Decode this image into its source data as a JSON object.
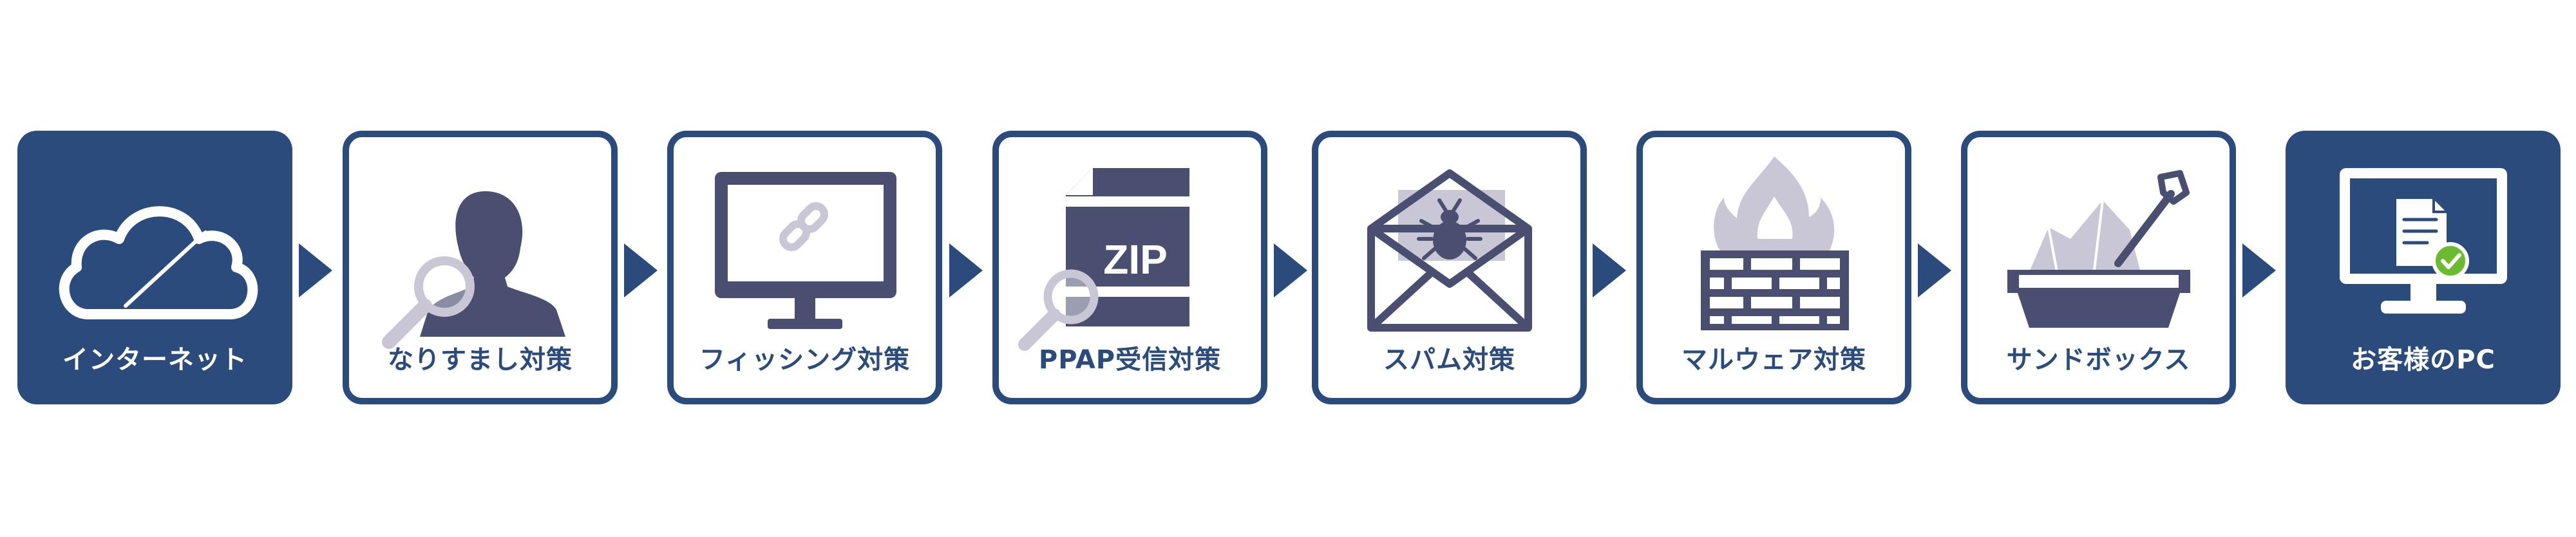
{
  "colors": {
    "primary": "#2a4b7c",
    "gray": "#c9c7d6",
    "icon_dark": "#4a4f72",
    "check": "#6cbb2e"
  },
  "steps": [
    {
      "label": "インターネット",
      "icon": "cloud-icon"
    },
    {
      "label": "なりすまし対策",
      "icon": "person-magnifier-icon"
    },
    {
      "label": "フィッシング対策",
      "icon": "monitor-link-icon"
    },
    {
      "label": "PPAP受信対策",
      "icon": "zip-file-magnifier-icon",
      "icon_text": "ZIP"
    },
    {
      "label": "スパム対策",
      "icon": "envelope-bug-icon"
    },
    {
      "label": "マルウェア対策",
      "icon": "firewall-icon"
    },
    {
      "label": "サンドボックス",
      "icon": "sandbox-shovel-icon"
    },
    {
      "label": "お客様のPC",
      "icon": "pc-check-icon"
    }
  ]
}
